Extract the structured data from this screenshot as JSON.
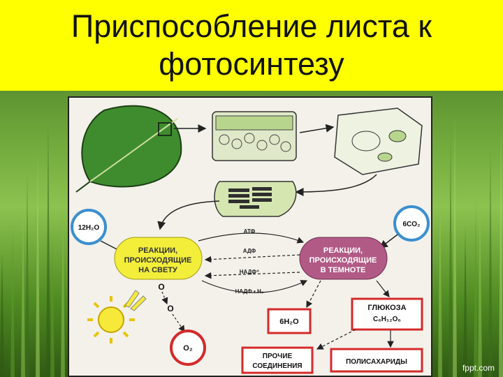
{
  "slide": {
    "title": "Приспособление листа к фотосинтезу",
    "credit": "fppt.com"
  },
  "diagram": {
    "water": "12H₂O",
    "co2": "6CO₂",
    "light_reactions": [
      "РЕАКЦИИ,",
      "ПРОИСХОДЯЩИЕ",
      "НА СВЕТУ"
    ],
    "dark_reactions": [
      "РЕАКЦИИ,",
      "ПРОИСХОДЯЩИЕ",
      "В ТЕМНОТЕ"
    ],
    "atp": "АТФ",
    "adp": "АДФ",
    "nadp": "НАДФ⁺",
    "nadph": "НАДФ • Н₂",
    "oxygen_atom": "O",
    "oxygen": "O₂",
    "water_out": "6H₂O",
    "glucose": "ГЛЮКОЗА",
    "glucose_formula": "C₆H₁₂O₆",
    "other_compounds": [
      "ПРОЧИЕ",
      "СОЕДИНЕНИЯ"
    ],
    "polysaccharides": "ПОЛИСАХАРИДЫ"
  },
  "colors": {
    "title_bg": "#ffff00",
    "light_node": "#f2ee3a",
    "dark_node": "#b25a86",
    "red_box": "#d42a2a",
    "blue_circle": "#3a8fd0",
    "leaf": "#3f8c2e"
  }
}
